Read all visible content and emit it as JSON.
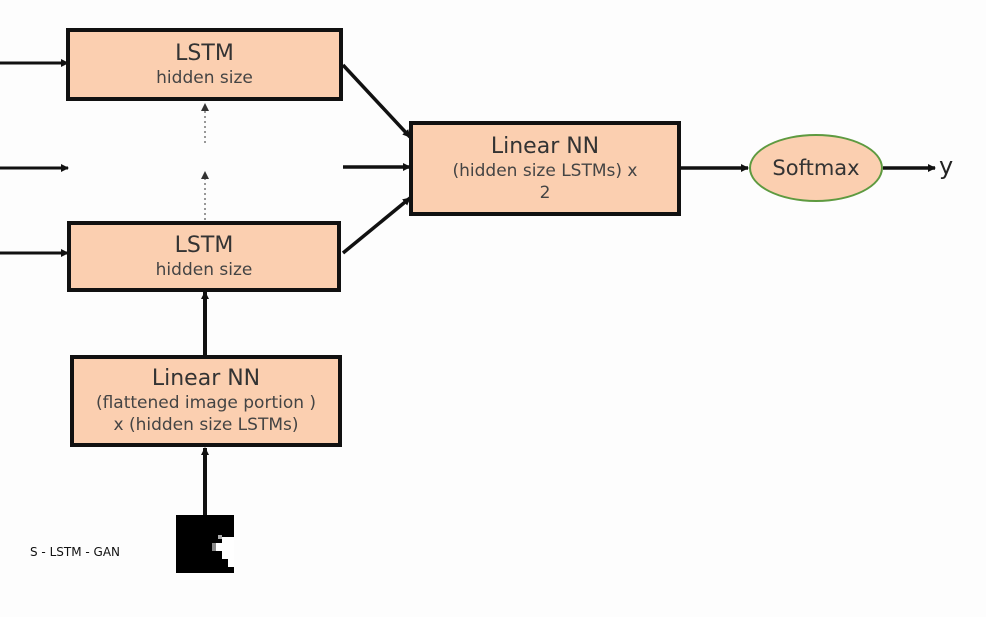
{
  "lstm_top": {
    "title": "LSTM",
    "subtitle": "hidden size"
  },
  "lstm_bottom": {
    "title": "LSTM",
    "subtitle": "hidden size"
  },
  "linear_input": {
    "title": "Linear NN",
    "line1": "(flattened image portion )",
    "line2": "x (hidden size LSTMs)"
  },
  "linear_out": {
    "title": "Linear NN",
    "line1": "(hidden size LSTMs) x",
    "line2": "2"
  },
  "softmax": {
    "label": "Softmax"
  },
  "output": {
    "label": "y"
  },
  "caption": {
    "text": "S - LSTM - GAN"
  },
  "colors": {
    "box_fill": "#fbcfb0",
    "box_border": "#111111",
    "oval_border": "#5e9a40"
  }
}
